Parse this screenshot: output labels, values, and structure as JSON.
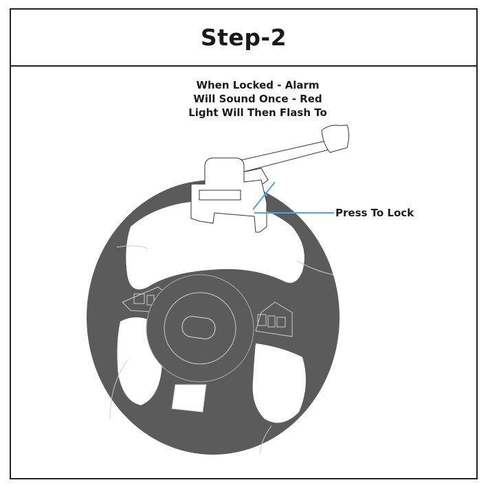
{
  "header": {
    "title": "Step-2"
  },
  "note": {
    "lines": [
      "When Locked - Alarm",
      "Will Sound Once - Red",
      "Light Will Then Flash To"
    ]
  },
  "callout": {
    "label": "Press To Lock"
  },
  "colors": {
    "wheel": "#5a5b5a",
    "accent": "#4aa8e0",
    "outline": "#222222"
  }
}
